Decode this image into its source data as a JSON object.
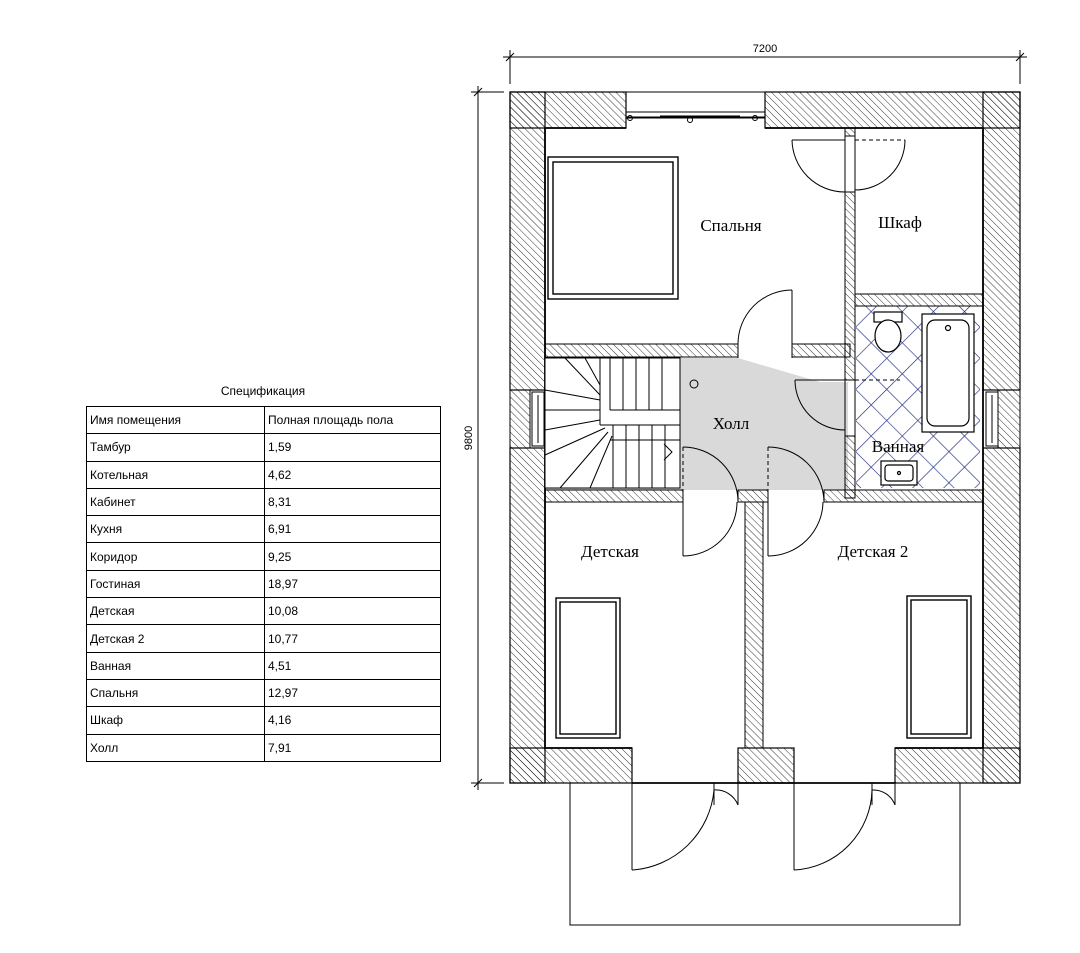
{
  "spec": {
    "title": "Спецификация",
    "headers": [
      "Имя помещения",
      "Полная площадь пола"
    ],
    "rows": [
      [
        "Тамбур",
        "1,59"
      ],
      [
        "Котельная",
        "4,62"
      ],
      [
        "Кабинет",
        "8,31"
      ],
      [
        "Кухня",
        "6,91"
      ],
      [
        "Коридор",
        "9,25"
      ],
      [
        "Гостиная",
        "18,97"
      ],
      [
        "Детская",
        "10,08"
      ],
      [
        "Детская 2",
        "10,77"
      ],
      [
        "Ванная",
        "4,51"
      ],
      [
        "Спальня",
        "12,97"
      ],
      [
        "Шкаф",
        "4,16"
      ],
      [
        "Холл",
        "7,91"
      ]
    ]
  },
  "plan": {
    "width_dim": "7200",
    "height_dim": "9800",
    "rooms": {
      "bedroom": "Спальня",
      "closet": "Шкаф",
      "hall": "Холл",
      "bathroom": "Ванная",
      "kids1": "Детская",
      "kids2": "Детская 2"
    }
  },
  "colors": {
    "line": "#000000",
    "hall_fill": "#d9d9d9",
    "tile": "#1c2a7a"
  }
}
